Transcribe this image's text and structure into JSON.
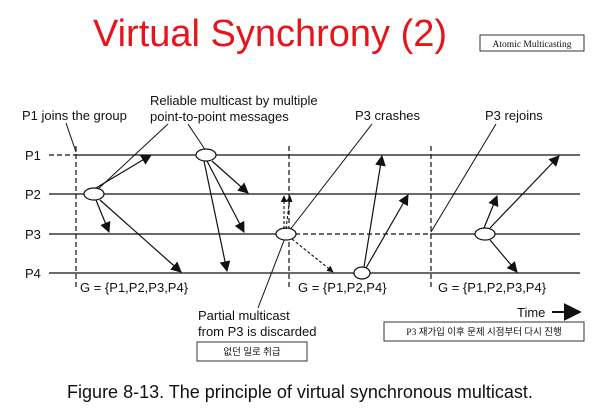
{
  "slide": {
    "title": "Virtual Synchrony (2)",
    "title_color": "#e8141c",
    "tag": "Atomic Multicasting",
    "caption": "Figure 8-13. The principle of virtual synchronous multicast."
  },
  "diagram": {
    "processes": [
      "P1",
      "P2",
      "P3",
      "P4"
    ],
    "annotations": {
      "p1_joins": "P1 joins the group",
      "reliable_line1": "Reliable multicast by multiple",
      "reliable_line2": "point-to-point messages",
      "p3_crashes": "P3 crashes",
      "p3_rejoins": "P3 rejoins",
      "partial_line1": "Partial multicast",
      "partial_line2": "from P3 is discarded",
      "time": "Time"
    },
    "views": [
      "G = {P1,P2,P3,P4}",
      "G = {P1,P2,P4}",
      "G = {P1,P2,P3,P4}"
    ],
    "notes": {
      "rejoin_note": "P3 재가입 이후 문제 시점부터  다시 진행",
      "discard_note": "없던 일로 취급"
    }
  }
}
